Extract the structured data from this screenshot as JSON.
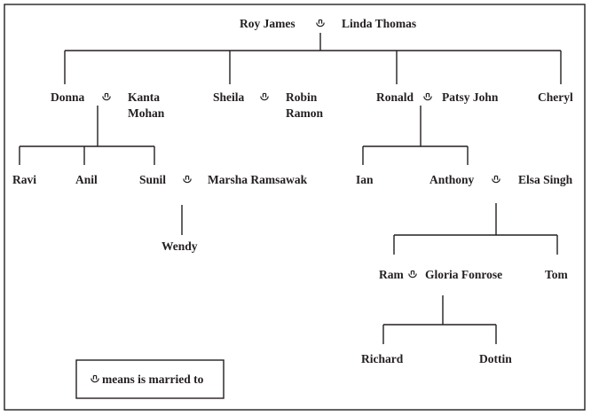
{
  "marriage_symbol": "married-rings-icon",
  "people": {
    "roy": "Roy James",
    "linda": "Linda Thomas",
    "donna": "Donna",
    "kanta_1": "Kanta",
    "kanta_2": "Mohan",
    "sheila": "Sheila",
    "robin_1": "Robin",
    "robin_2": "Ramon",
    "ronald": "Ronald",
    "patsy": "Patsy John",
    "cheryl": "Cheryl",
    "ravi": "Ravi",
    "anil": "Anil",
    "sunil": "Sunil",
    "marsha": "Marsha Ramsawak",
    "ian": "Ian",
    "anthony": "Anthony",
    "elsa": "Elsa Singh",
    "wendy": "Wendy",
    "ram": "Ram",
    "gloria": "Gloria Fonrose",
    "tom": "Tom",
    "richard": "Richard",
    "dottin": "Dottin"
  },
  "legend": {
    "text": "means is married to"
  }
}
